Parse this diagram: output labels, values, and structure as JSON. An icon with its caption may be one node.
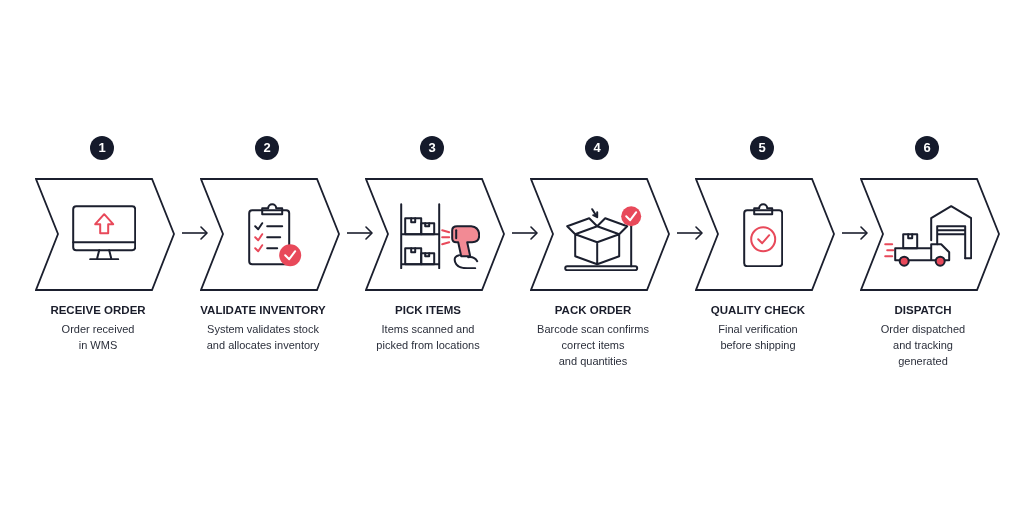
{
  "diagram": {
    "nodes": [
      {
        "text": [
          "RECEIVE ORDER",
          "Order received in WMS"
        ],
        "beside": [
          "1"
        ]
      },
      {
        "text": [
          "VALIDATE INVENTORY",
          "System validates stock and allocates inventory"
        ],
        "beside": [
          "2"
        ]
      },
      {
        "text": [
          "PICK ITEMS",
          "Items scanned and picked from locations"
        ],
        "beside": [
          "3"
        ]
      },
      {
        "text": [
          "PACK ORDER",
          "Barcode scan confirms correct items and quantities"
        ],
        "beside": [
          "4"
        ]
      },
      {
        "text": [
          "QUALITY CHECK",
          "Final verification before shipping"
        ],
        "beside": [
          "5"
        ]
      },
      {
        "text": [
          "DISPATCH",
          "Order dispatched and tracking generated"
        ],
        "beside": [
          "6"
        ]
      }
    ],
    "edges": [
      {
        "from": 0,
        "to": 1,
        "arrow": "to"
      },
      {
        "from": 1,
        "to": 2,
        "arrow": "to"
      },
      {
        "from": 2,
        "to": 3,
        "arrow": "to"
      },
      {
        "from": 3,
        "to": 4,
        "arrow": "to"
      },
      {
        "from": 4,
        "to": 5,
        "arrow": "to"
      }
    ]
  }
}
